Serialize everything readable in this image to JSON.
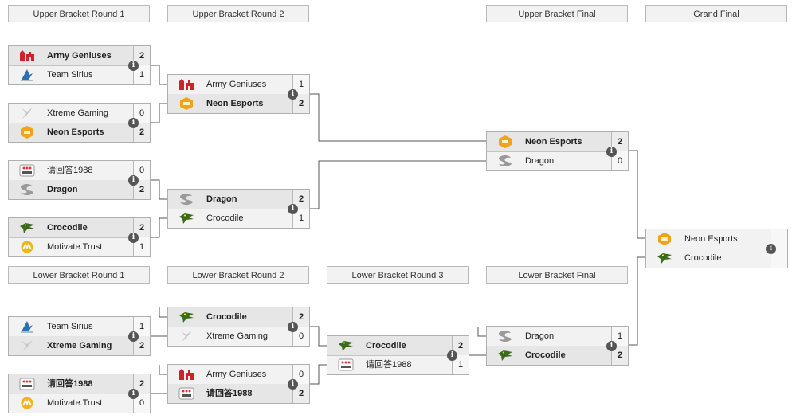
{
  "headers": {
    "ub_r1": "Upper Bracket Round 1",
    "ub_r2": "Upper Bracket Round 2",
    "ub_final": "Upper Bracket Final",
    "grand_final": "Grand Final",
    "lb_r1": "Lower Bracket Round 1",
    "lb_r2": "Lower Bracket Round 2",
    "lb_r3": "Lower Bracket Round 3",
    "lb_final": "Lower Bracket Final"
  },
  "teams": {
    "army": {
      "name": "Army Geniuses",
      "icon": "army-geniuses-logo-icon"
    },
    "sirius": {
      "name": "Team Sirius",
      "icon": "team-sirius-logo-icon"
    },
    "xtreme": {
      "name": "Xtreme Gaming",
      "icon": "xtreme-gaming-logo-icon"
    },
    "neon": {
      "name": "Neon Esports",
      "icon": "neon-esports-logo-icon"
    },
    "qhd": {
      "name": "请回答1988",
      "icon": "reply-1988-logo-icon"
    },
    "dragon": {
      "name": "Dragon",
      "icon": "dragon-logo-icon"
    },
    "croc": {
      "name": "Crocodile",
      "icon": "crocodile-logo-icon"
    },
    "motivate": {
      "name": "Motivate.Trust",
      "icon": "motivate-trust-logo-icon"
    }
  },
  "colors": {
    "army_red": "#d0202a",
    "neon_orange": "#f2a31b",
    "croc_green": "#3d6b1e",
    "motivate_yellow": "#f2b21a",
    "sirius_blue": "#2b6fb5",
    "info_dark": "#555555"
  },
  "matches": {
    "ub1a": {
      "top": {
        "name": "Army Geniuses",
        "score": "2",
        "winner": true
      },
      "bottom": {
        "name": "Team Sirius",
        "score": "1",
        "winner": false
      }
    },
    "ub1b": {
      "top": {
        "name": "Xtreme Gaming",
        "score": "0",
        "winner": false
      },
      "bottom": {
        "name": "Neon Esports",
        "score": "2",
        "winner": true
      }
    },
    "ub1c": {
      "top": {
        "name": "请回答1988",
        "score": "0",
        "winner": false
      },
      "bottom": {
        "name": "Dragon",
        "score": "2",
        "winner": true
      }
    },
    "ub1d": {
      "top": {
        "name": "Crocodile",
        "score": "2",
        "winner": true
      },
      "bottom": {
        "name": "Motivate.Trust",
        "score": "1",
        "winner": false
      }
    },
    "ub2a": {
      "top": {
        "name": "Army Geniuses",
        "score": "1",
        "winner": false
      },
      "bottom": {
        "name": "Neon Esports",
        "score": "2",
        "winner": true
      }
    },
    "ub2b": {
      "top": {
        "name": "Dragon",
        "score": "2",
        "winner": true
      },
      "bottom": {
        "name": "Crocodile",
        "score": "1",
        "winner": false
      }
    },
    "ubf": {
      "top": {
        "name": "Neon Esports",
        "score": "2",
        "winner": true
      },
      "bottom": {
        "name": "Dragon",
        "score": "0",
        "winner": false
      }
    },
    "gf": {
      "top": {
        "name": "Neon Esports",
        "score": "",
        "winner": false
      },
      "bottom": {
        "name": "Crocodile",
        "score": "",
        "winner": false
      }
    },
    "lb1a": {
      "top": {
        "name": "Team Sirius",
        "score": "1",
        "winner": false
      },
      "bottom": {
        "name": "Xtreme Gaming",
        "score": "2",
        "winner": true
      }
    },
    "lb1b": {
      "top": {
        "name": "请回答1988",
        "score": "2",
        "winner": true
      },
      "bottom": {
        "name": "Motivate.Trust",
        "score": "0",
        "winner": false
      }
    },
    "lb2a": {
      "top": {
        "name": "Crocodile",
        "score": "2",
        "winner": true
      },
      "bottom": {
        "name": "Xtreme Gaming",
        "score": "0",
        "winner": false
      }
    },
    "lb2b": {
      "top": {
        "name": "Army Geniuses",
        "score": "0",
        "winner": false
      },
      "bottom": {
        "name": "请回答1988",
        "score": "2",
        "winner": true
      }
    },
    "lb3": {
      "top": {
        "name": "Crocodile",
        "score": "2",
        "winner": true
      },
      "bottom": {
        "name": "请回答1988",
        "score": "1",
        "winner": false
      }
    },
    "lbf": {
      "top": {
        "name": "Dragon",
        "score": "1",
        "winner": false
      },
      "bottom": {
        "name": "Crocodile",
        "score": "2",
        "winner": true
      }
    }
  },
  "info_glyph": "i"
}
